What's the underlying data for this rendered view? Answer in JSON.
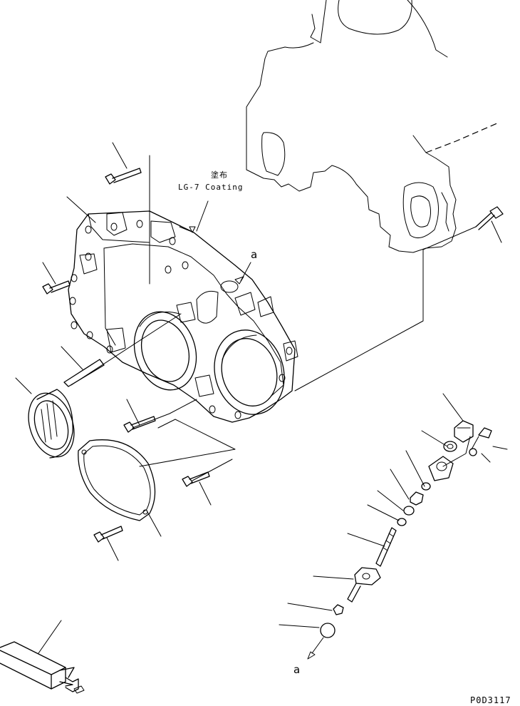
{
  "annotations": {
    "coating_jp": "塗布",
    "coating_en": "LG-7 Coating",
    "ref_a_top": "a",
    "ref_a_bottom": "a"
  },
  "drawing_code": "P0D3117"
}
